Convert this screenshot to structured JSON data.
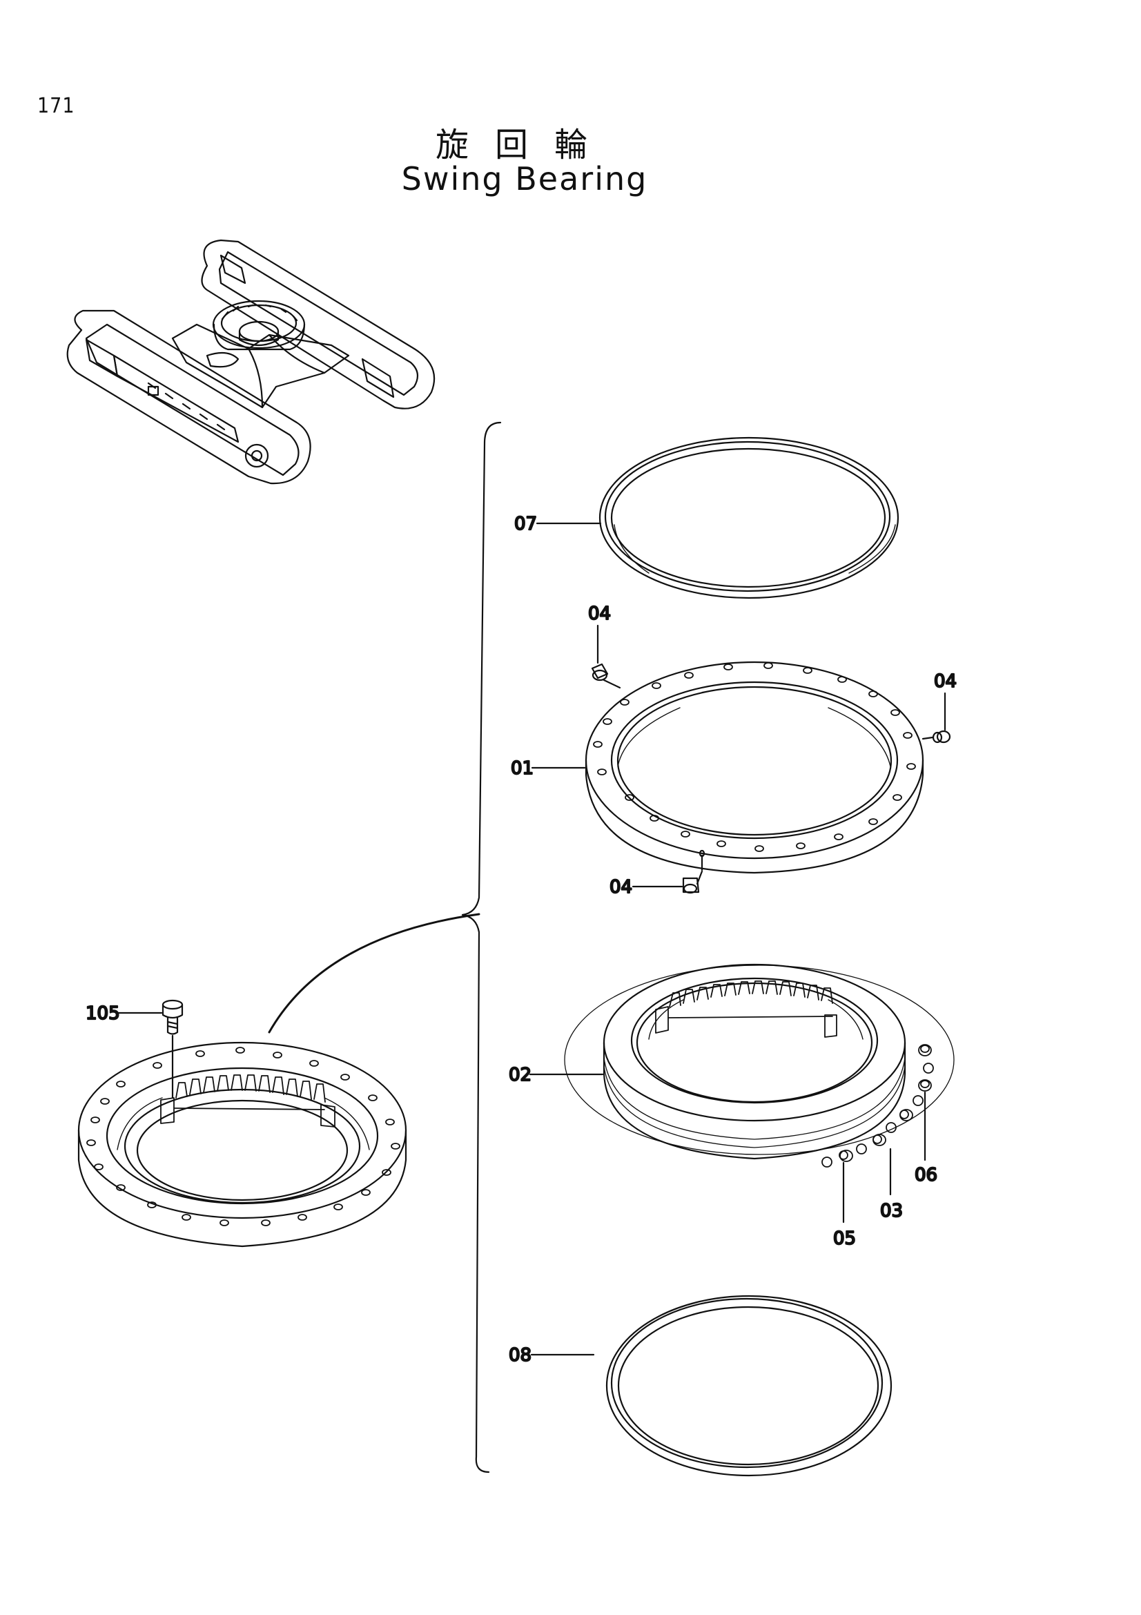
{
  "page_number": "171",
  "title_jp": "旋回輪",
  "title_en": "Swing Bearing",
  "callouts": {
    "c07": "07",
    "c04a": "04",
    "c04b": "04",
    "c01": "01",
    "c04c": "04",
    "c105": "105",
    "c02": "02",
    "c06": "06",
    "c03": "03",
    "c05": "05",
    "c08": "08"
  }
}
